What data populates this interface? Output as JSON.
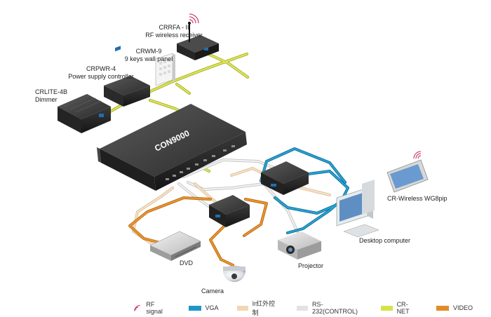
{
  "colors": {
    "rf": "#d0427a",
    "vga": "#1e96c8",
    "ir": "#f0d6b4",
    "rs232": "#e2e2e2",
    "crnet": "#d7e24a",
    "video": "#e08c2a"
  },
  "devices": {
    "crrfa": {
      "name": "CRRFA - II",
      "desc": "RF wireless receiver"
    },
    "crwm": {
      "name": "CRWM-9",
      "desc": "9 keys wall panel"
    },
    "crpwr": {
      "name": "CRPWR-4",
      "desc": "Power supply controller"
    },
    "crlite": {
      "name": "CRLITE-4B",
      "desc": "Dimmer"
    },
    "controller": {
      "name": "CON9000"
    },
    "wireless": {
      "name": "CR-Wireless WG8pip"
    },
    "desktop": {
      "name": "Desktop computer"
    },
    "projector": {
      "name": "Projector"
    },
    "dvd": {
      "name": "DVD"
    },
    "camera": {
      "name": "Camera"
    }
  },
  "legend": [
    {
      "key": "rf",
      "label": "RF signal",
      "icon": "rf-wave-icon"
    },
    {
      "key": "vga",
      "label": "VGA"
    },
    {
      "key": "ir",
      "label": "Ir红外控制"
    },
    {
      "key": "rs232",
      "label": "RS-232(CONTROL)"
    },
    {
      "key": "crnet",
      "label": "CR-NET"
    },
    {
      "key": "video",
      "label": "VIDEO"
    }
  ]
}
